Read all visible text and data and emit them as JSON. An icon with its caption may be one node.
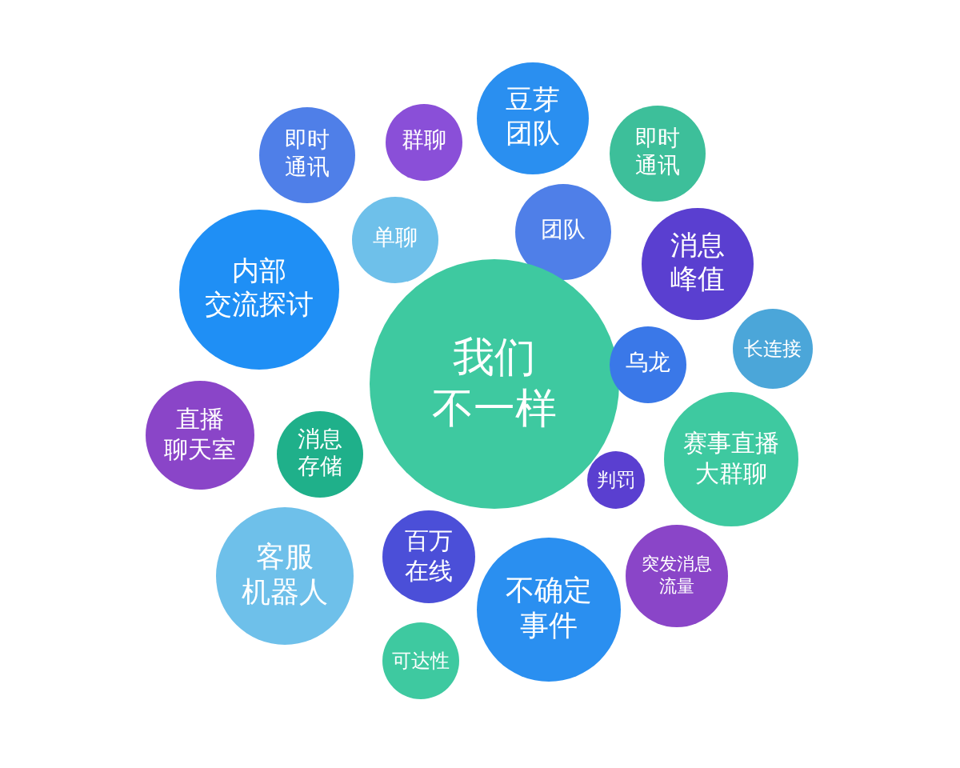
{
  "diagram": {
    "nodes": [
      {
        "text": [
          "即时通讯"
        ]
      },
      {
        "text": [
          "群聊"
        ]
      },
      {
        "text": [
          "豆芽团队"
        ]
      },
      {
        "text": [
          "即时通讯"
        ]
      },
      {
        "text": [
          "单聊"
        ]
      },
      {
        "text": [
          "内部交流探讨"
        ]
      },
      {
        "text": [
          "团队"
        ]
      },
      {
        "text": [
          "消息峰值"
        ]
      },
      {
        "text": [
          "我们不一样"
        ]
      },
      {
        "text": [
          "乌龙"
        ]
      },
      {
        "text": [
          "长连接"
        ]
      },
      {
        "text": [
          "直播聊天室"
        ]
      },
      {
        "text": [
          "消息存储"
        ]
      },
      {
        "text": [
          "赛事直播大群聊"
        ]
      },
      {
        "text": [
          "判罚"
        ]
      },
      {
        "text": [
          "客服机器人"
        ]
      },
      {
        "text": [
          "百万在线"
        ]
      },
      {
        "text": [
          "突发消息流量"
        ]
      },
      {
        "text": [
          "不确定事件"
        ]
      },
      {
        "text": [
          "可达性"
        ]
      }
    ]
  }
}
